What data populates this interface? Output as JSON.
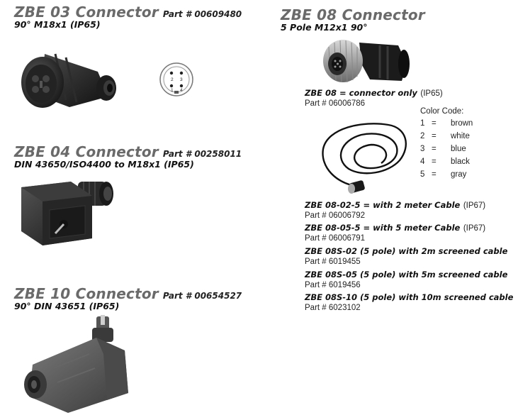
{
  "zbe03": {
    "title": "ZBE 03 Connector",
    "part": "Part # 00609480",
    "subtitle": "90° M18x1 (IP65)",
    "pins": [
      "2",
      "3",
      "1",
      "4"
    ]
  },
  "zbe04": {
    "title": "ZBE 04 Connector",
    "part": "Part # 00258011",
    "subtitle": "DIN 43650/ISO4400 to M18x1 (IP65)"
  },
  "zbe10": {
    "title": "ZBE 10 Connector",
    "part": "Part # 00654527",
    "subtitle": "90° DIN 43651 (IP65)"
  },
  "zbe08": {
    "title": "ZBE 08 Connector",
    "subtitle": "5 Pole M12x1 90°",
    "connector_only": {
      "label": "ZBE 08 = connector only",
      "rating": "(IP65)",
      "part": "Part # 06006786"
    },
    "color_code": {
      "title": "Color Code:",
      "rows": [
        {
          "num": "1",
          "eq": "=",
          "color": "brown"
        },
        {
          "num": "2",
          "eq": "=",
          "color": "white"
        },
        {
          "num": "3",
          "eq": "=",
          "color": "blue"
        },
        {
          "num": "4",
          "eq": "=",
          "color": "black"
        },
        {
          "num": "5",
          "eq": "=",
          "color": "gray"
        }
      ]
    },
    "cables": [
      {
        "label": "ZBE 08-02-5 = with 2 meter Cable",
        "rating": "(IP67)",
        "part": "Part # 06006792"
      },
      {
        "label": "ZBE 08-05-5 = with 5 meter Cable",
        "rating": "(IP67)",
        "part": "Part # 06006791"
      },
      {
        "label": "ZBE 08S-02 (5 pole) with 2m screened cable",
        "rating": "",
        "part": "Part # 6019455"
      },
      {
        "label": "ZBE 08S-05 (5 pole) with 5m screened cable",
        "rating": "",
        "part": "Part # 6019456"
      },
      {
        "label": "ZBE 08S-10 (5 pole) with 10m screened cable",
        "rating": "",
        "part": "Part # 6023102"
      }
    ]
  }
}
